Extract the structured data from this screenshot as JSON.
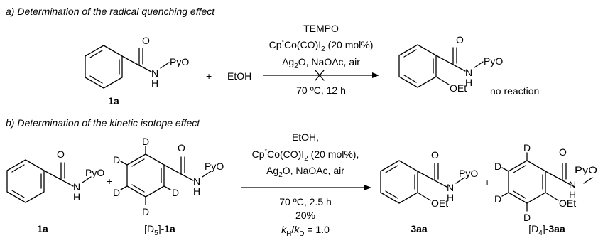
{
  "scheme_a": {
    "header": "a) Determination of the radical quenching effect",
    "reagents": {
      "line1": "TEMPO",
      "line2_pre": "Cp",
      "line2_sup": "*",
      "line2_post": "Co(CO)I",
      "line2_sub": "2",
      "line2_tail": " (20 mol%)",
      "line3_pre": "Ag",
      "line3_sub": "2",
      "line3_post": "O, NaOAc, air",
      "conditions": "70 ºC, 12 h"
    },
    "substrate": {
      "O": "O",
      "N": "N",
      "H": "H",
      "group": "PyO",
      "label": "1a"
    },
    "plus": "+",
    "reagent": "EtOH",
    "product": {
      "O": "O",
      "N": "N",
      "H": "H",
      "group": "PyO",
      "ether": "OEt"
    },
    "result": "no reaction"
  },
  "scheme_b": {
    "header": "b) Determination of the kinetic isotope effect",
    "reagents": {
      "line1": "EtOH,",
      "line2_pre": "Cp",
      "line2_sup": "*",
      "line2_post": "Co(CO)I",
      "line2_sub": "2",
      "line2_tail": " (20 mol%),",
      "line3_pre": "Ag",
      "line3_sub": "2",
      "line3_post": "O, NaOAc, air",
      "conditions": "70 ºC, 2.5 h"
    },
    "yield": "20%",
    "kie": {
      "kH_k": "k",
      "kH_sub": "H",
      "slash": "/",
      "kD_k": "k",
      "kD_sub": "D",
      "value": " = 1.0"
    },
    "substrate_1": {
      "O": "O",
      "N": "N",
      "H": "H",
      "group": "PyO",
      "label": "1a"
    },
    "plus_1": "+",
    "substrate_2": {
      "O": "O",
      "N": "N",
      "H": "H",
      "group": "PyO",
      "D": "D",
      "label_pre": "[D",
      "label_sub": "5",
      "label_post": "]-",
      "label_bold": "1a"
    },
    "product_1": {
      "O": "O",
      "N": "N",
      "H": "H",
      "group": "PyO",
      "ether": "OEt",
      "label": "3aa"
    },
    "plus_2": "+",
    "product_2": {
      "O": "O",
      "N": "N",
      "H": "H",
      "group": "PyO",
      "ether": "OEt",
      "D": "D",
      "label_pre": "[D",
      "label_sub": "4",
      "label_post": "]-",
      "label_bold": "3aa"
    }
  }
}
